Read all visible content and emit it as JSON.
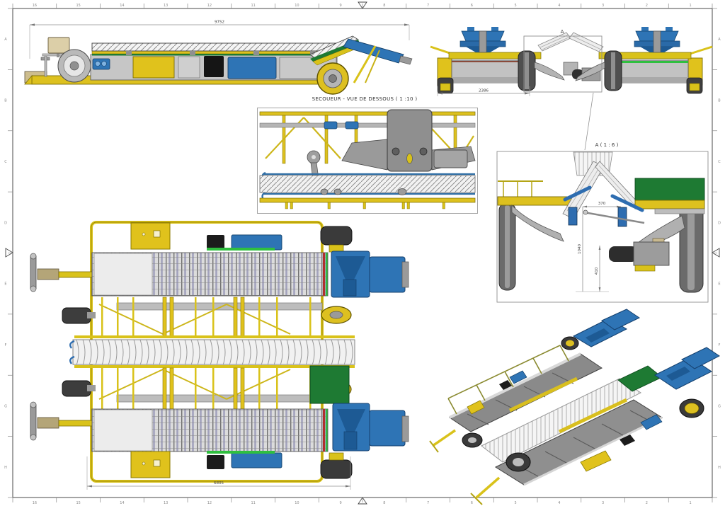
{
  "drawing": {
    "frame": {
      "column_labels": [
        "16",
        "15",
        "14",
        "13",
        "12",
        "11",
        "10",
        "9",
        "8",
        "7",
        "6",
        "5",
        "4",
        "3",
        "2",
        "1"
      ],
      "row_labels": [
        "A",
        "B",
        "C",
        "D",
        "E",
        "F",
        "G",
        "H"
      ]
    },
    "views": {
      "side_view": {
        "dim_overall_length": "9752"
      },
      "underside_view": {
        "title": "SECOUEUR - VUE DE DESSOUS  ( 1 :10 )"
      },
      "front_view": {
        "dim_track_width": "2386",
        "detail_callout": "A"
      },
      "detail_view": {
        "title": "A ( 1 : 6 )",
        "dim_gap": "370",
        "dim_height": "1040",
        "dim_motor_height": "410"
      },
      "plan_view": {
        "dim_frame_length": "6805"
      }
    },
    "colors": {
      "machine_yellow": "#DDC11F",
      "frame_olive": "#8A7A00",
      "hopper_blue": "#2E74B5",
      "deck_green": "#1E7A33",
      "accent_green": "#2FBF3F",
      "body_gray": "#C3C3C3",
      "tire_dark": "#3A3A3A",
      "line_gray": "#555555"
    }
  }
}
